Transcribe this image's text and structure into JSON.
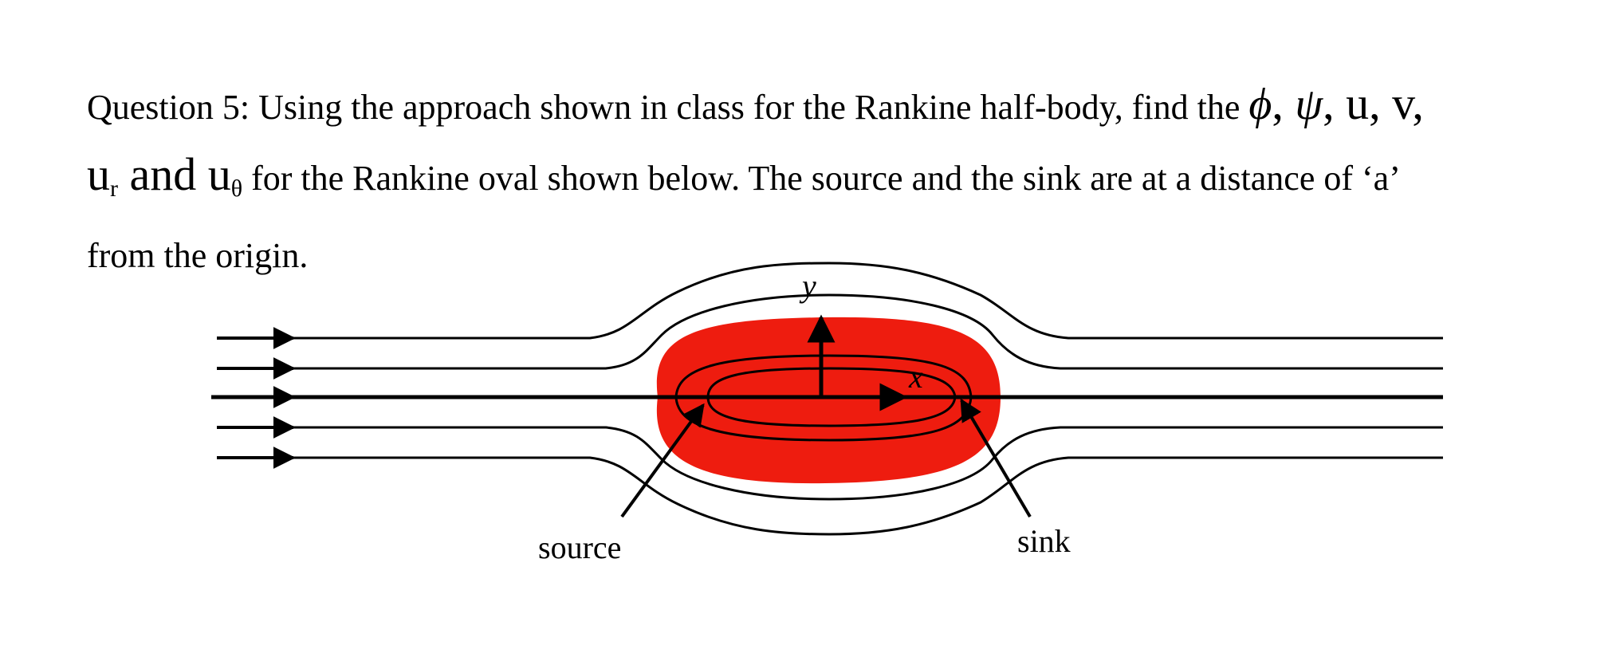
{
  "question": {
    "line1_text": "Question 5: Using the approach shown in class for the Rankine half-body, find the ",
    "phi": "ϕ",
    "sep1": ", ",
    "psi": "ψ",
    "sep2": ", ",
    "u": "u",
    "sep3": ", ",
    "v": "v",
    "sep4": ",",
    "ur_base": "u",
    "ur_sub": "r",
    "and_word": " and ",
    "utheta_base": "u",
    "utheta_sub": "θ",
    "line2_rest": " for the Rankine oval shown below.  The source and the sink are at a distance of ‘a’",
    "line3": "from the origin."
  },
  "figure": {
    "y_axis_label": "y",
    "x_axis_label": "x",
    "source_label": "source",
    "sink_label": "sink",
    "highlight_color": "#ee1c0f",
    "line_color": "#000000"
  }
}
